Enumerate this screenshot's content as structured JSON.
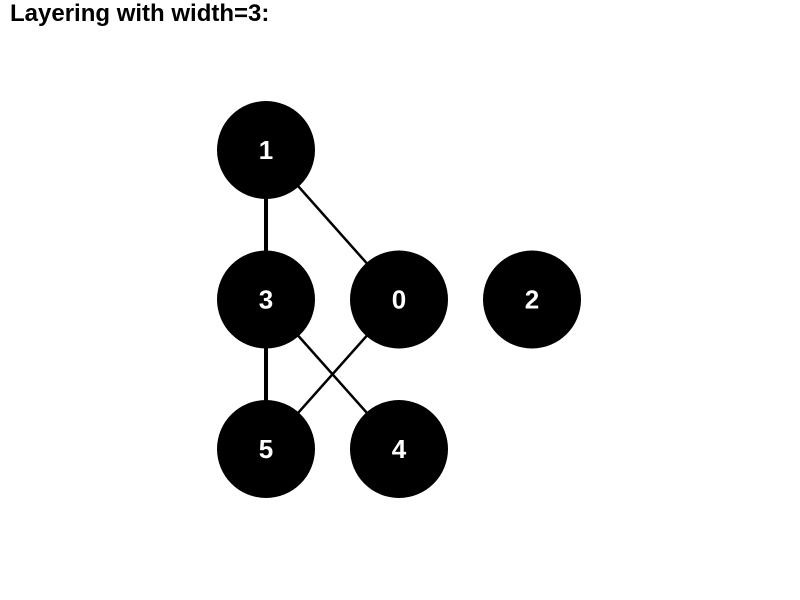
{
  "title": "Layering with width=3:",
  "colors": {
    "node_fill": "#000000",
    "node_label": "#ffffff",
    "edge": "#000000",
    "background": "#ffffff"
  },
  "graph": {
    "layers": [
      [
        "1"
      ],
      [
        "3",
        "0",
        "2"
      ],
      [
        "5",
        "4"
      ]
    ],
    "edges": [
      {
        "from": "1",
        "to": "3",
        "style": "thick"
      },
      {
        "from": "1",
        "to": "0",
        "style": "thin"
      },
      {
        "from": "3",
        "to": "5",
        "style": "thick"
      },
      {
        "from": "3",
        "to": "4",
        "style": "thin"
      },
      {
        "from": "0",
        "to": "5",
        "style": "thin"
      }
    ]
  }
}
